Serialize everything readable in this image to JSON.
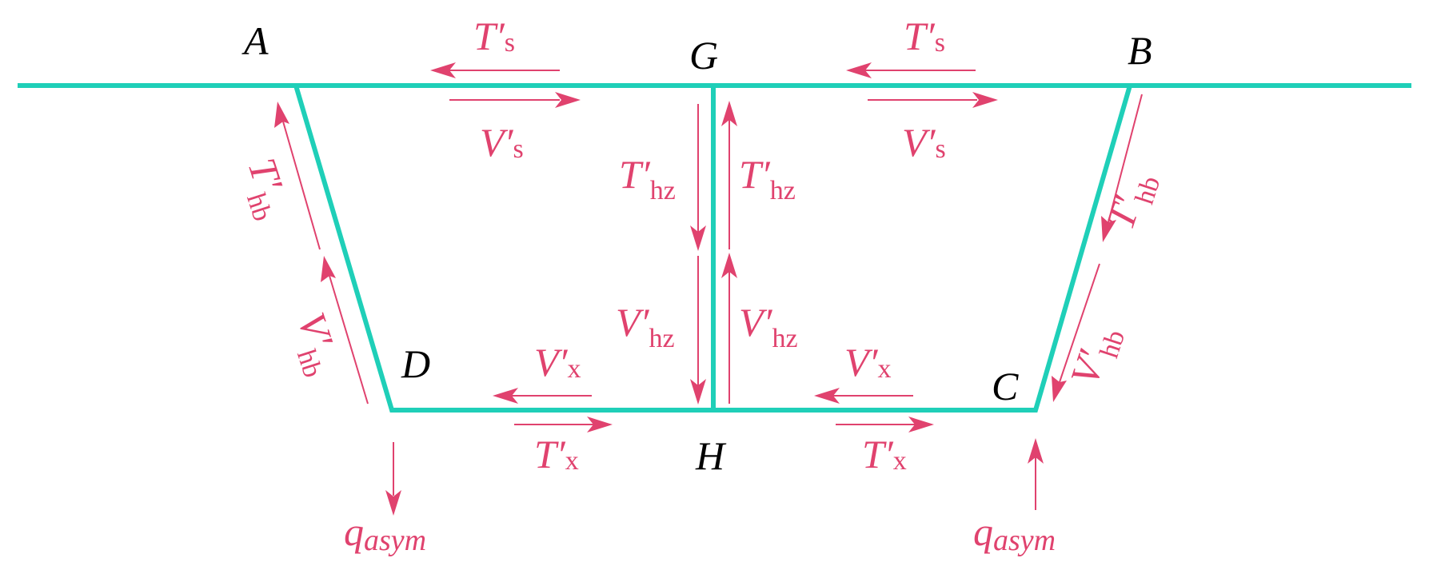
{
  "points": {
    "A": "A",
    "G": "G",
    "B": "B",
    "D": "D",
    "H": "H",
    "C": "C"
  },
  "forces": {
    "T_s_main": "T′",
    "T_s_sub": "s",
    "V_s_main": "V′",
    "V_s_sub": "s",
    "T_hz_main": "T′",
    "T_hz_sub": "hz",
    "V_hz_main": "V′",
    "V_hz_sub": "hz",
    "T_hb_main": "T′",
    "T_hb_sub": "hb",
    "V_hb_main": "V′",
    "V_hb_sub": "hb",
    "V_x_main": "V′",
    "V_x_sub": "x",
    "T_x_main": "T′",
    "T_x_sub": "x",
    "q_main": "q",
    "q_sub": "asym"
  },
  "colors": {
    "member": "#1fcfb8",
    "force": "#e0426e",
    "point_label": "#000000"
  }
}
